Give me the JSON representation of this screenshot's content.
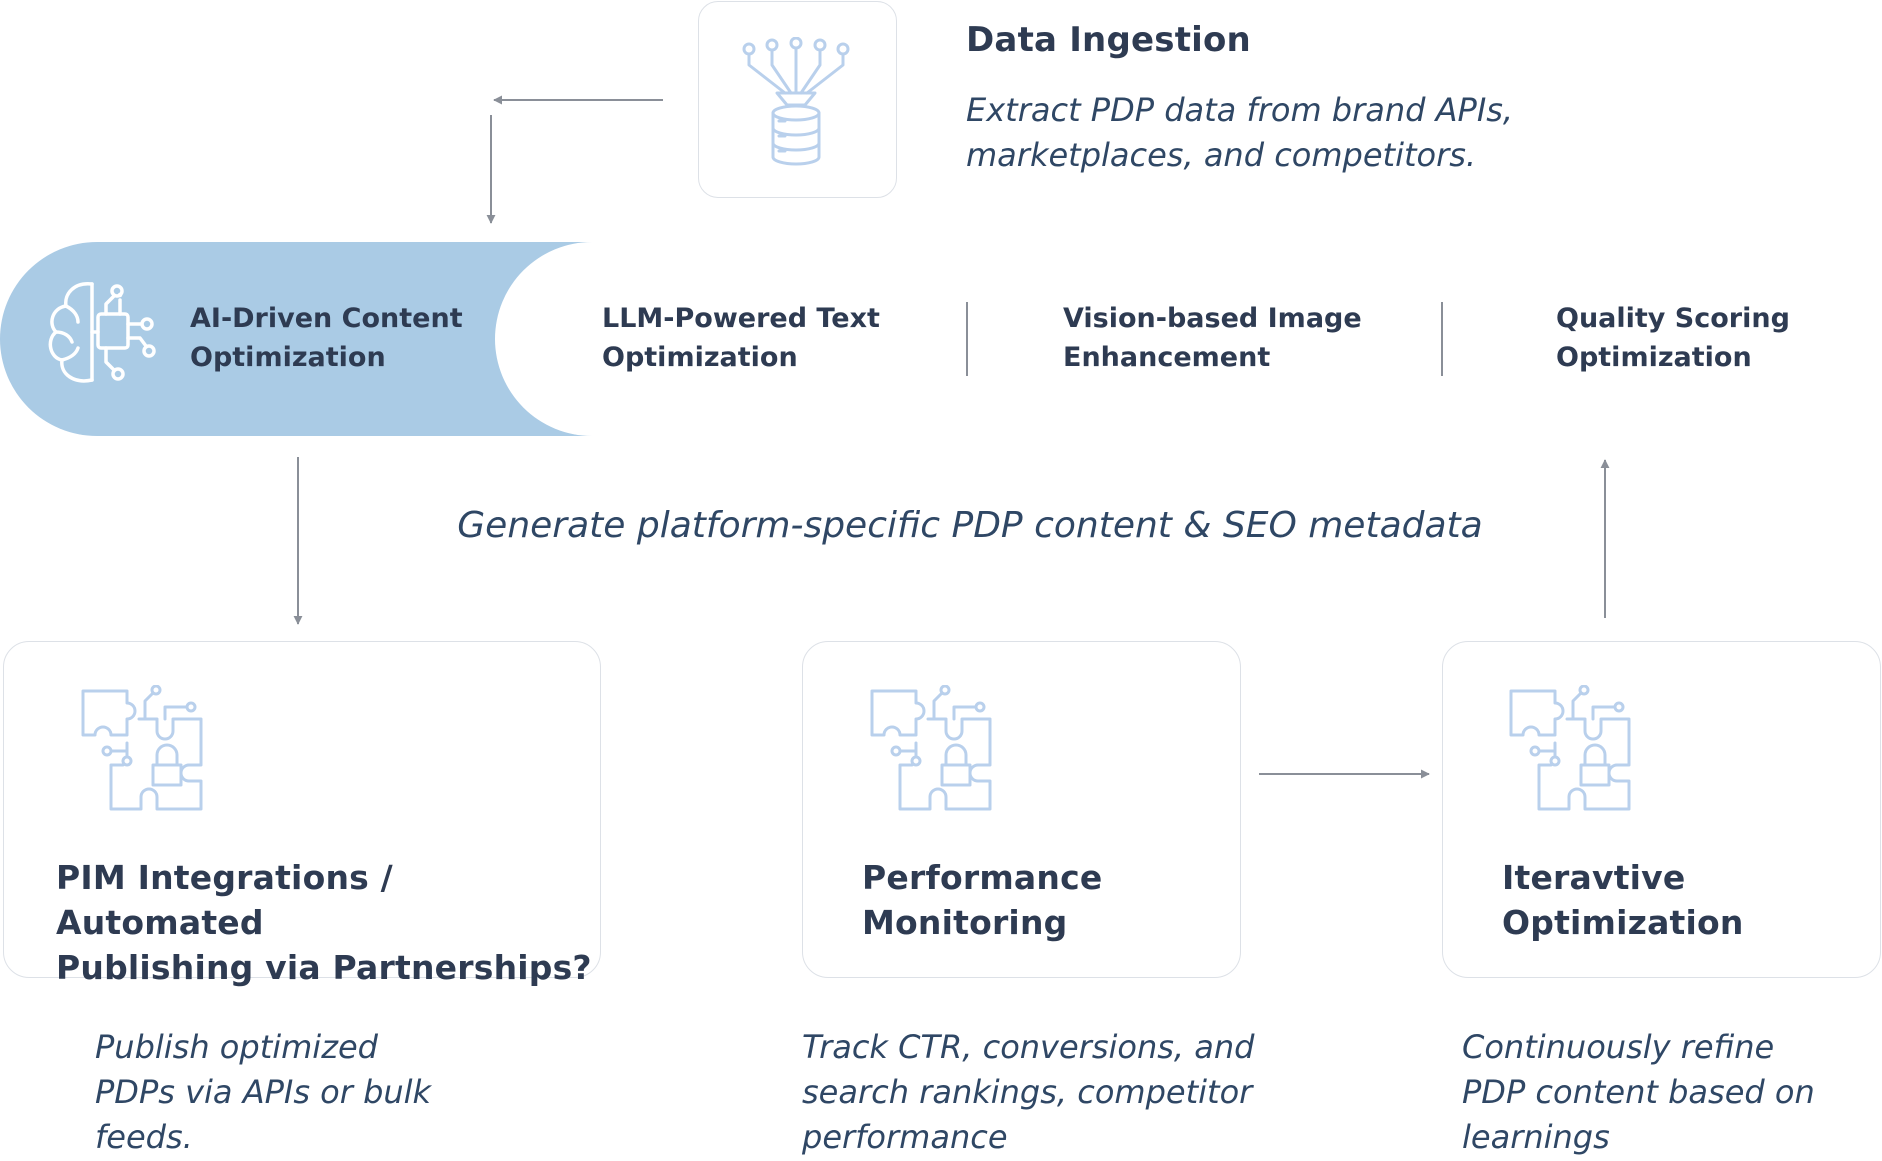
{
  "ingestion": {
    "title": "Data Ingestion",
    "desc_line1": "Extract PDP data from brand APIs,",
    "desc_line2": "marketplaces, and competitors.",
    "icon": "database-icon"
  },
  "pipeline": {
    "ai": {
      "line1": "AI-Driven Content",
      "line2": "Optimization",
      "icon": "ai-brain-icon"
    },
    "steps": [
      {
        "line1": "LLM-Powered Text",
        "line2": "Optimization"
      },
      {
        "line1": "Vision-based Image",
        "line2": "Enhancement"
      },
      {
        "line1": "Quality Scoring",
        "line2": "Optimization"
      }
    ]
  },
  "caption": "Generate platform-specific PDP content & SEO metadata",
  "cards": [
    {
      "title_line1": "PIM Integrations / Automated",
      "title_line2": "Publishing via Partnerships?",
      "desc": [
        "Publish optimized",
        "PDPs via APIs or bulk",
        "feeds."
      ],
      "icon": "puzzle-icon"
    },
    {
      "title_line1": "Performance",
      "title_line2": "Monitoring",
      "desc": [
        "Track CTR, conversions, and",
        "search rankings, competitor",
        "performance"
      ],
      "icon": "puzzle-icon"
    },
    {
      "title_line1": "Iteravtive",
      "title_line2": "Optimization",
      "desc": [
        "Continuously refine",
        "PDP content based on",
        "learnings"
      ],
      "icon": "puzzle-icon"
    }
  ],
  "colors": {
    "pill": "#aacbe5",
    "icon_stroke": "#b9d0ec",
    "text_dark": "#2e3b52",
    "text_italic": "#2f4765",
    "arrow": "#8a8f98"
  }
}
